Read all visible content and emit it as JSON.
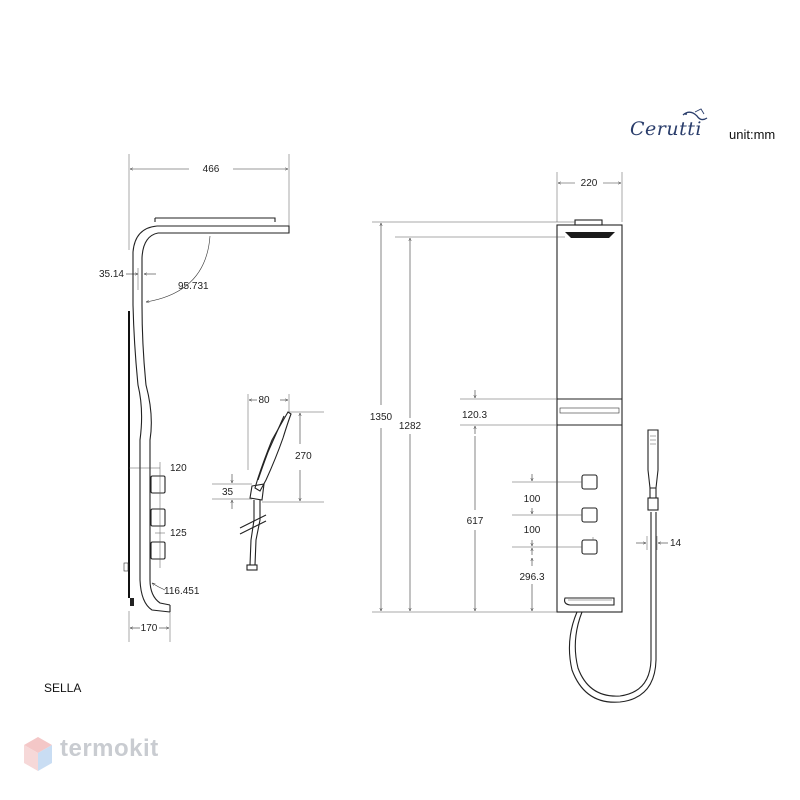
{
  "brand": {
    "logo_text": "Cerutti",
    "unit": "unit:mm"
  },
  "model": "SELLA",
  "watermark": "termokit",
  "side_view": {
    "width": "466",
    "offset": "35.14",
    "radius": "95.731",
    "valve_spacing_1": "120",
    "valve_spacing_2": "125",
    "bottom_radius": "116.451",
    "base_depth": "170"
  },
  "hand_shower": {
    "head_width": "80",
    "head_length": "270",
    "handle": "35"
  },
  "front_view": {
    "width": "220",
    "total_height": "1350",
    "head_height": "1282",
    "mid_gap": "120.3",
    "control_height": "617",
    "control_spacing_1": "100",
    "control_spacing_2": "100",
    "bottom_offset": "296.3",
    "holder_width": "14"
  },
  "icons": {
    "logo": "cerutti-bird-icon",
    "watermark": "termokit-cube-icon"
  }
}
